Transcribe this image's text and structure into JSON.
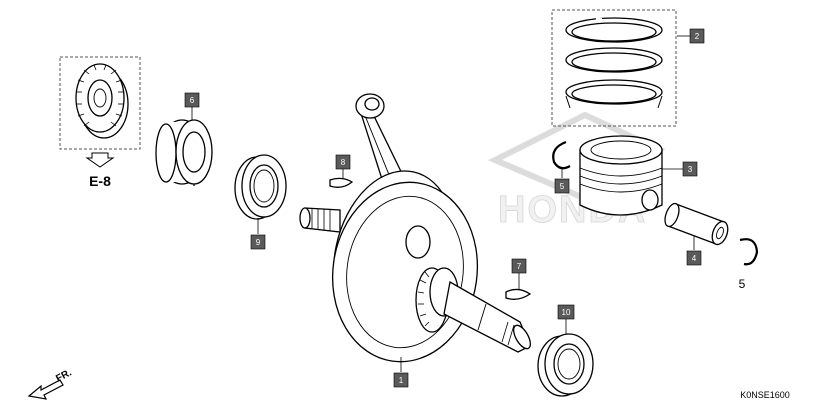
{
  "diagram": {
    "reference_code": "K0NSE1600",
    "direction_label": "FR.",
    "ref_section": "E-8",
    "loose_label": "5",
    "watermark_text": "HONDA",
    "callouts": [
      "1",
      "2",
      "3",
      "4",
      "5",
      "6",
      "7",
      "8",
      "9",
      "10"
    ]
  },
  "colors": {
    "callout_fill": "#5a5a5a",
    "line": "#000000",
    "watermark": "#d6d6d6"
  },
  "icons": [
    "arrow-down-icon",
    "arrow-front-icon"
  ]
}
